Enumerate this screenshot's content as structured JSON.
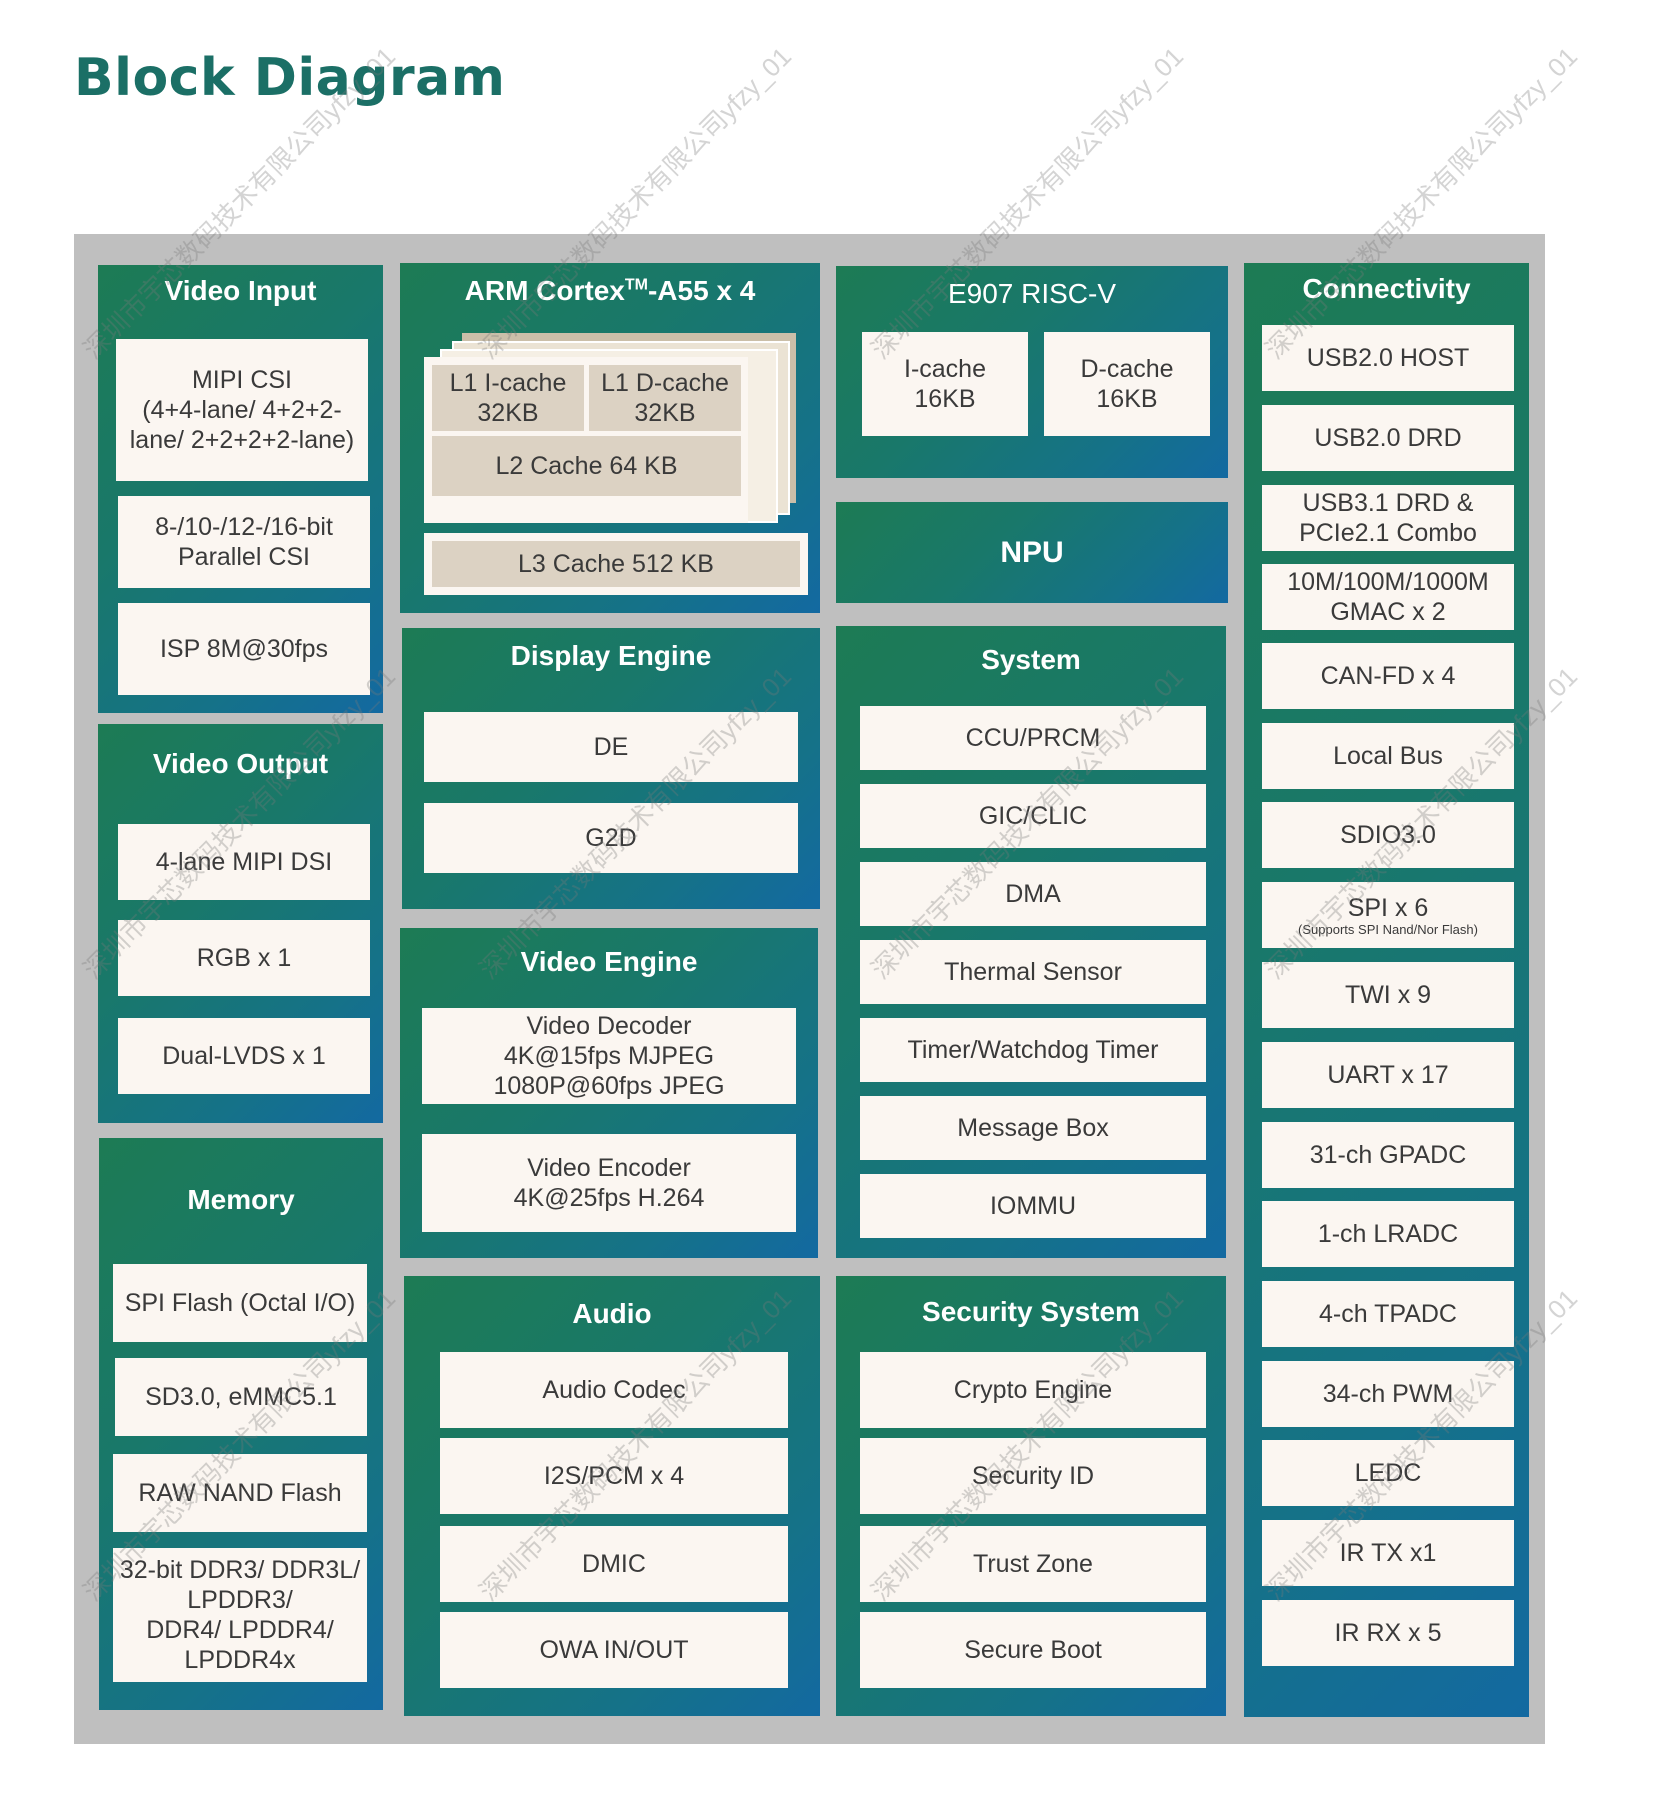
{
  "title": "Block Diagram",
  "watermark": "深圳市宇芯数码技术有限公司yfzy_01",
  "video_input": {
    "title": "Video Input",
    "items": [
      [
        "MIPI CSI",
        "(4+4-lane/ 4+2+2-",
        "lane/ 2+2+2+2-lane)"
      ],
      [
        "8-/10-/12-/16-bit",
        "Parallel CSI"
      ],
      [
        "ISP 8M@30fps"
      ]
    ]
  },
  "arm": {
    "title_prefix": "ARM Cortex",
    "title_sup": "TM",
    "title_suffix": "-A55 x 4",
    "l1i": [
      "L1 I-cache",
      "32KB"
    ],
    "l1d": [
      "L1 D-cache",
      "32KB"
    ],
    "l2": "L2 Cache 64 KB",
    "l3": "L3 Cache 512 KB"
  },
  "riscv": {
    "title": "E907 RISC-V",
    "icache": [
      "I-cache",
      "16KB"
    ],
    "dcache": [
      "D-cache",
      "16KB"
    ]
  },
  "npu": {
    "title": "NPU"
  },
  "connectivity": {
    "title": "Connectivity",
    "items": [
      [
        "USB2.0 HOST"
      ],
      [
        "USB2.0 DRD"
      ],
      [
        "USB3.1 DRD &",
        "PCIe2.1 Combo"
      ],
      [
        "10M/100M/1000M",
        "GMAC x 2"
      ],
      [
        "CAN-FD x 4"
      ],
      [
        "Local Bus"
      ],
      [
        "SDIO3.0"
      ],
      [
        "SPI x 6"
      ],
      [
        "TWI x 9"
      ],
      [
        "UART x 17"
      ],
      [
        "31-ch GPADC"
      ],
      [
        "1-ch LRADC"
      ],
      [
        "4-ch TPADC"
      ],
      [
        "34-ch PWM"
      ],
      [
        "LEDC"
      ],
      [
        "IR TX x1"
      ],
      [
        "IR RX x 5"
      ]
    ],
    "spi_note": "(Supports SPI Nand/Nor Flash)"
  },
  "display_engine": {
    "title": "Display Engine",
    "items": [
      "DE",
      "G2D"
    ]
  },
  "video_output": {
    "title": "Video Output",
    "items": [
      "4-lane MIPI DSI",
      "RGB x 1",
      "Dual-LVDS x 1"
    ]
  },
  "video_engine": {
    "title": "Video Engine",
    "decoder": [
      "Video Decoder",
      "4K@15fps MJPEG",
      "1080P@60fps JPEG"
    ],
    "encoder": [
      "Video Encoder",
      "4K@25fps H.264"
    ]
  },
  "system": {
    "title": "System",
    "items": [
      "CCU/PRCM",
      "GIC/CLIC",
      "DMA",
      "Thermal Sensor",
      "Timer/Watchdog Timer",
      "Message Box",
      "IOMMU"
    ]
  },
  "memory": {
    "title": "Memory",
    "items": [
      [
        "SPI Flash (Octal I/O)"
      ],
      [
        "SD3.0, eMMC5.1"
      ],
      [
        "RAW NAND Flash"
      ],
      [
        "32-bit DDR3/ DDR3L/",
        "LPDDR3/",
        "DDR4/ LPDDR4/",
        "LPDDR4x"
      ]
    ]
  },
  "audio": {
    "title": "Audio",
    "items": [
      "Audio Codec",
      "I2S/PCM x 4",
      "DMIC",
      "OWA IN/OUT"
    ]
  },
  "security": {
    "title": "Security System",
    "items": [
      "Crypto Engine",
      "Security ID",
      "Trust Zone",
      "Secure Boot"
    ]
  }
}
